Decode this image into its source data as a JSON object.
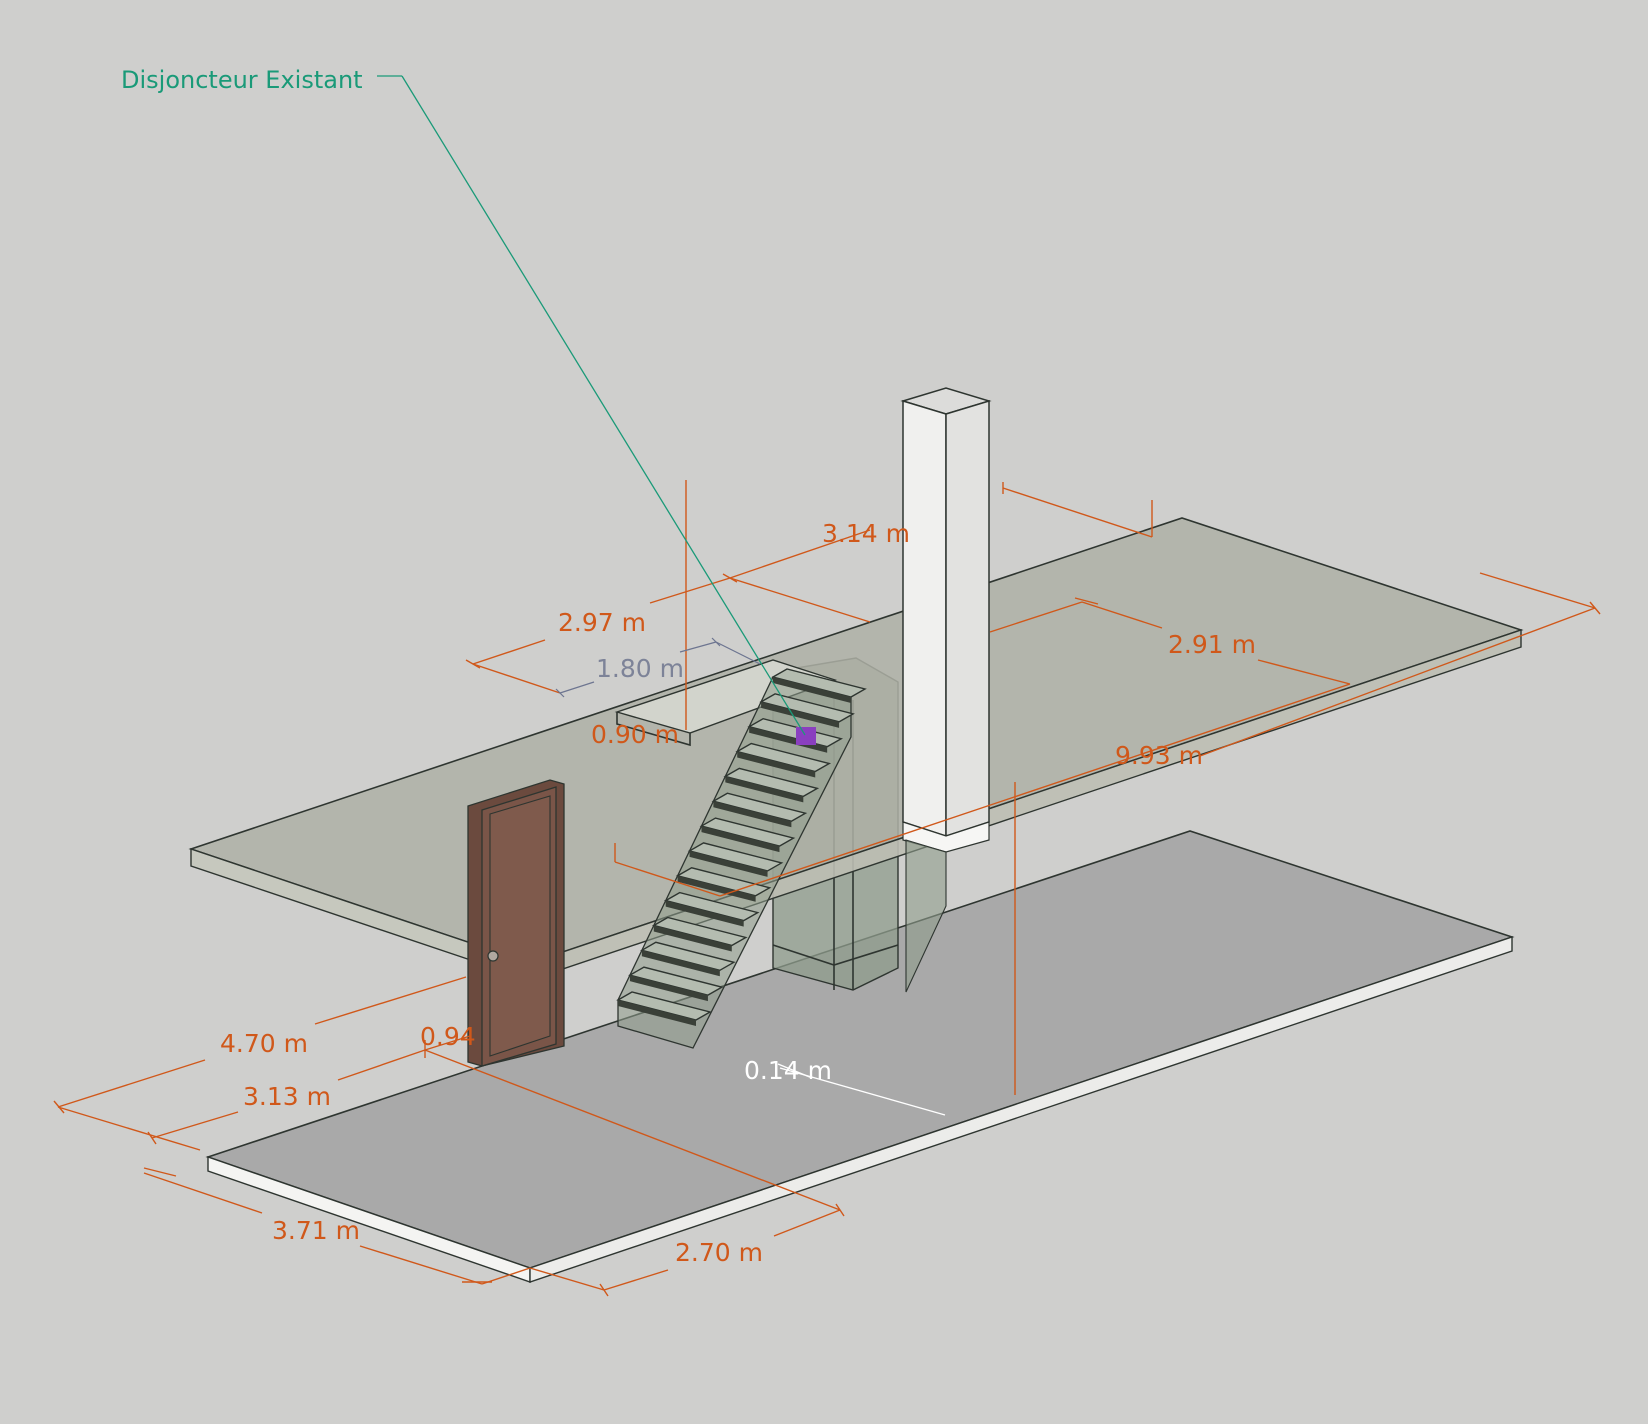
{
  "annotation": {
    "label": "Disjoncteur Existant"
  },
  "dimensions": {
    "d_3_14": "3.14 m",
    "d_2_97": "2.97 m",
    "d_1_80": "1.80 m",
    "d_0_90": "0.90 m",
    "d_2_91": "2.91 m",
    "d_9_93": "9.93 m",
    "d_4_70": "4.70 m",
    "d_0_94": "0.94",
    "d_3_13": "3.13 m",
    "d_3_71": "3.71 m",
    "d_2_70": "2.70 m",
    "d_0_14": "0.14 m"
  },
  "colors": {
    "background": "#cfcfcd",
    "dimension": "#d0581a",
    "annotation": "#1a9a78",
    "slab_upper": "#aeb0a6",
    "slab_lower": "#a9a9a9",
    "door": "#7a5548",
    "column": "#eeeeee",
    "marker": "#8a3fbf"
  }
}
